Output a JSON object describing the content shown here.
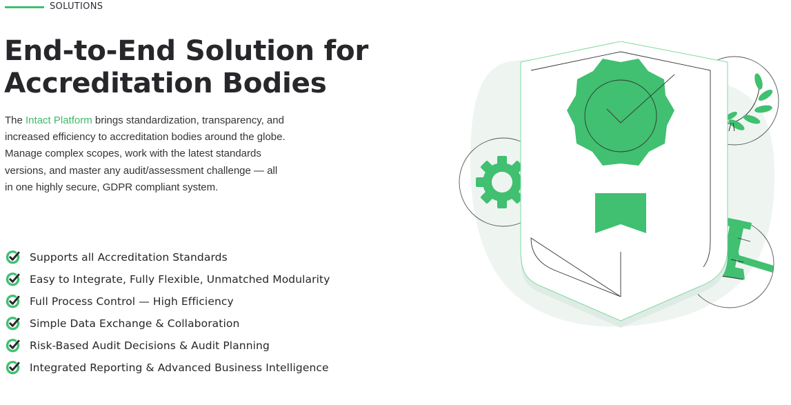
{
  "section": {
    "eyebrow": "SOLUTIONS",
    "title_line1": "End-to-End Solution for",
    "title_line2": "Accreditation Bodies"
  },
  "description": {
    "prefix": "The ",
    "link_text": "Intact Platform",
    "body": " brings standardization, transparency, and increased efficiency to accreditation bodies around the globe. Manage complex scopes, work with the latest standards versions, and master any audit/assessment challenge — all in one highly secure, GDPR compliant system."
  },
  "features": [
    {
      "label": "Supports all Accreditation Standards",
      "icon": "check-circle-icon"
    },
    {
      "label": "Easy to Integrate, Fully Flexible, Unmatched Modularity",
      "icon": "check-circle-icon"
    },
    {
      "label": "Full Process Control — High Efficiency",
      "icon": "check-circle-icon"
    },
    {
      "label": "Simple Data Exchange & Collaboration",
      "icon": "check-circle-icon"
    },
    {
      "label": "Risk-Based Audit Decisions & Audit Planning",
      "icon": "check-circle-icon"
    },
    {
      "label": "Integrated Reporting & Advanced Business Intelligence",
      "icon": "check-circle-icon"
    }
  ],
  "illustration": {
    "subject": "shield-with-award-badge",
    "side_icons": [
      "gear-icon",
      "laurel-wreath-icon",
      "gavel-icon"
    ]
  },
  "colors": {
    "accent_green": "#40c070",
    "link_green": "#40b86a",
    "heading": "#26262b",
    "body_text": "#333333",
    "blob_bg": "#eef5f1",
    "shadow": "#dfece5"
  }
}
